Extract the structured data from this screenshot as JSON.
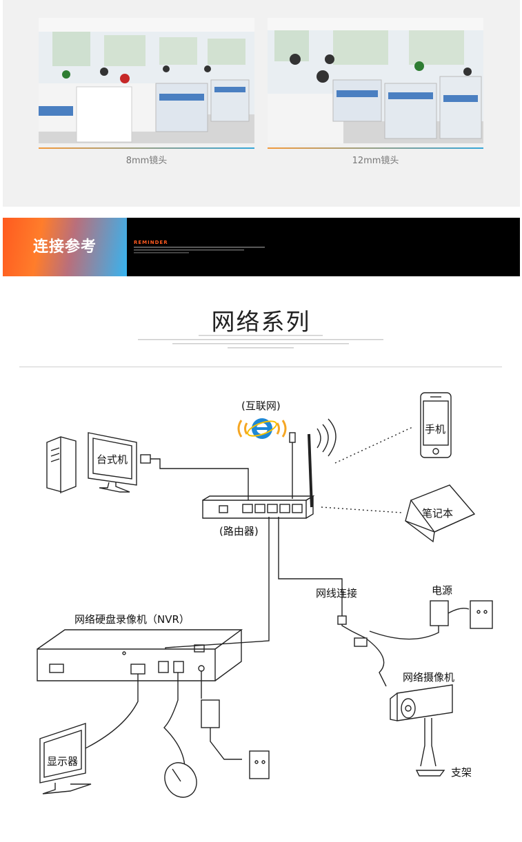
{
  "photos": [
    {
      "caption": "8mm镜头"
    },
    {
      "caption": "12mm镜头"
    }
  ],
  "banner": {
    "title": "连接参考",
    "subtitle": "REMINDER"
  },
  "section": {
    "title": "网络系列"
  },
  "diagram": {
    "internet": "(互联网)",
    "desktop": "台式机",
    "phone": "手机",
    "laptop": "笔记本",
    "router": "(路由器)",
    "cable": "网线连接",
    "power": "电源",
    "nvr": "网络硬盘录像机（NVR）",
    "camera": "网络摄像机",
    "monitor": "显示器",
    "bracket": "支架"
  },
  "colors": {
    "banner_orange": "#ff5a1f",
    "banner_blue": "#36b4f0",
    "caption_line_orange": "#f29a3b",
    "caption_line_blue": "#35a6d8",
    "ie_blue": "#1e88d6",
    "signal_orange": "#f5a623"
  }
}
